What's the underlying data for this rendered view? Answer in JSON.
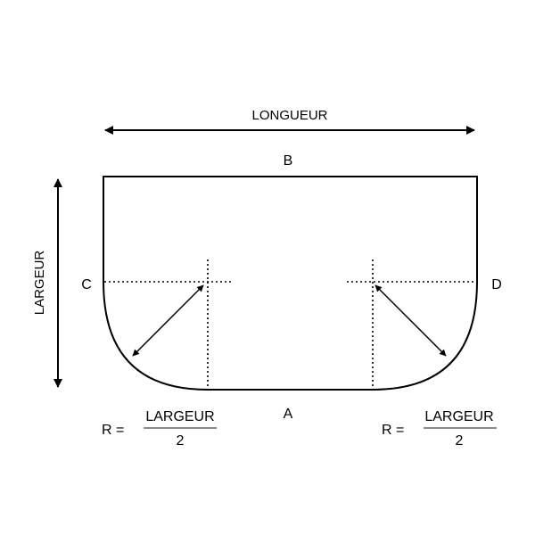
{
  "labels": {
    "length": "LONGUEUR",
    "width": "LARGEUR",
    "top_edge": "B",
    "bottom_edge": "A",
    "left_point": "C",
    "right_point": "D"
  },
  "formula_left": {
    "lhs": "R =",
    "numerator": "LARGEUR",
    "denominator": "2"
  },
  "formula_right": {
    "lhs": "R =",
    "numerator": "LARGEUR",
    "denominator": "2"
  },
  "colors": {
    "ink": "#000000",
    "background": "#ffffff",
    "fraction_bar": "#444444"
  }
}
